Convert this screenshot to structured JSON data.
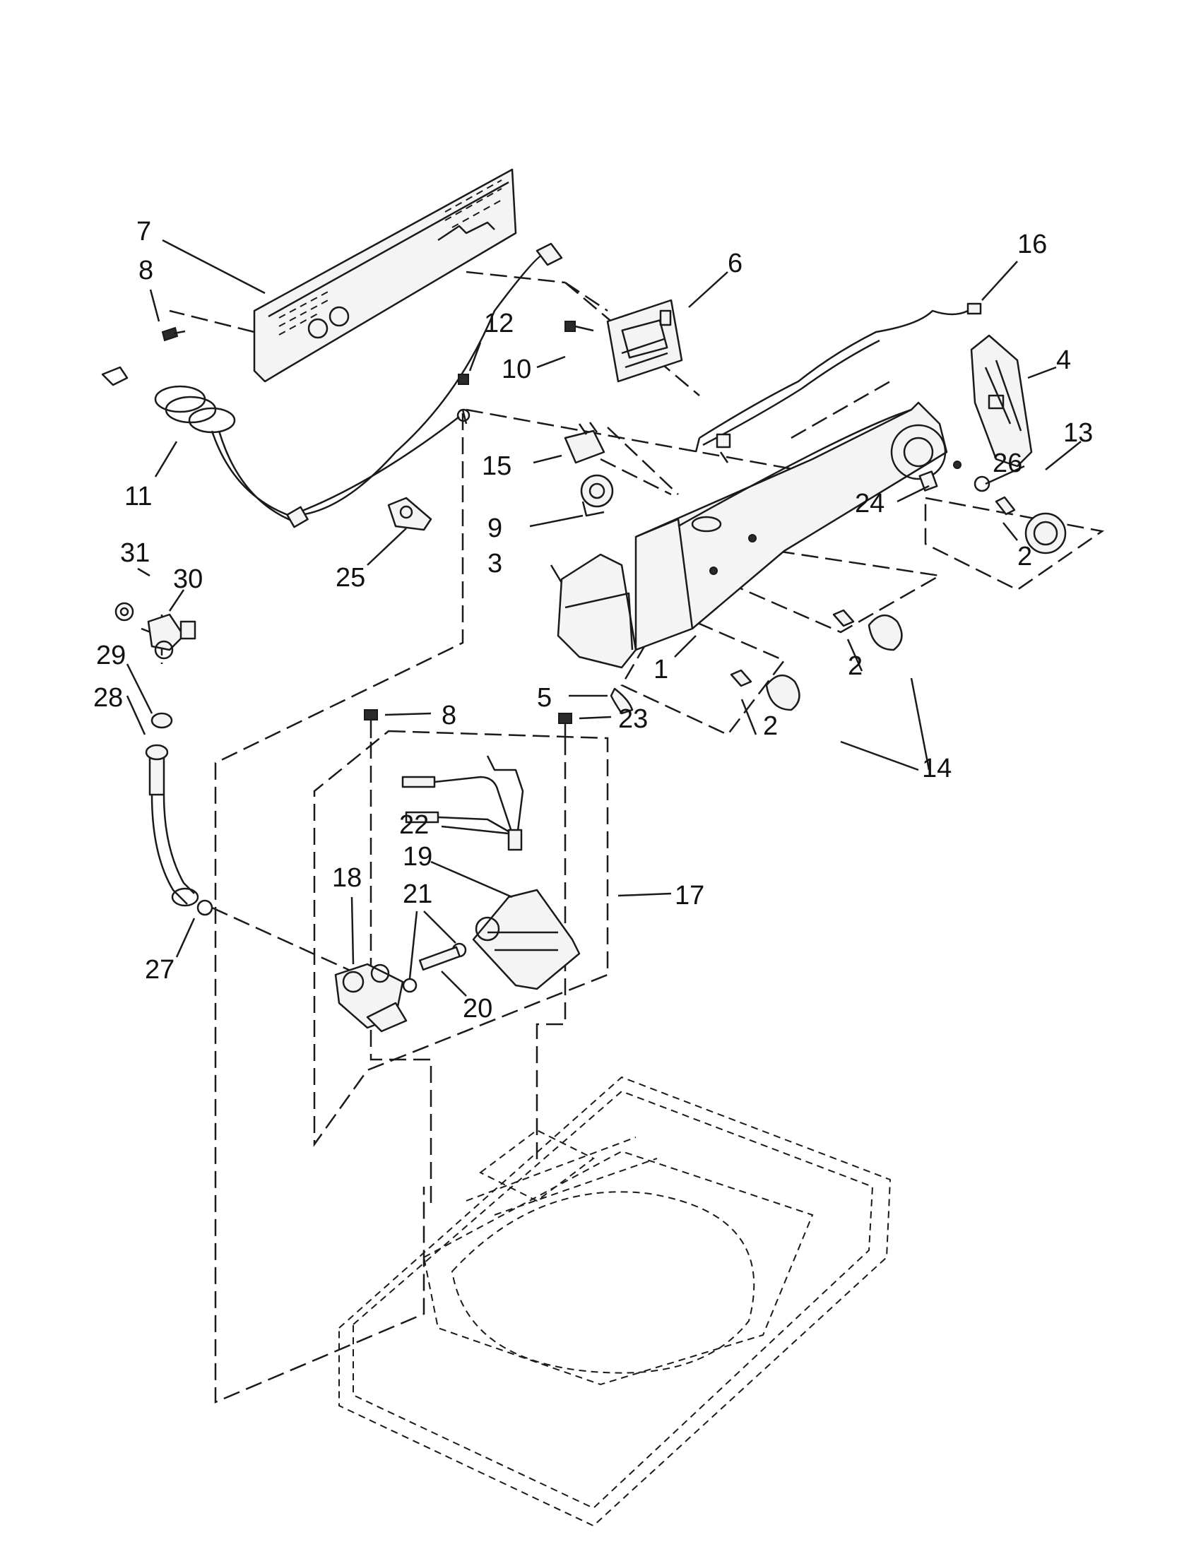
{
  "callouts": [
    {
      "id": "c7a",
      "text": "7"
    },
    {
      "id": "c8a",
      "text": "8"
    },
    {
      "id": "c6",
      "text": "6"
    },
    {
      "id": "c16",
      "text": "16"
    },
    {
      "id": "c12",
      "text": "12"
    },
    {
      "id": "c10",
      "text": "10"
    },
    {
      "id": "c4",
      "text": "4"
    },
    {
      "id": "c13",
      "text": "13"
    },
    {
      "id": "c26",
      "text": "26"
    },
    {
      "id": "c11",
      "text": "11"
    },
    {
      "id": "c15",
      "text": "15"
    },
    {
      "id": "c24",
      "text": "24"
    },
    {
      "id": "c9",
      "text": "9"
    },
    {
      "id": "c2a",
      "text": "2"
    },
    {
      "id": "c31",
      "text": "31"
    },
    {
      "id": "c30",
      "text": "30"
    },
    {
      "id": "c3",
      "text": "3"
    },
    {
      "id": "c25",
      "text": "25"
    },
    {
      "id": "c29",
      "text": "29"
    },
    {
      "id": "c1",
      "text": "1"
    },
    {
      "id": "c2b",
      "text": "2"
    },
    {
      "id": "c28",
      "text": "28"
    },
    {
      "id": "c5",
      "text": "5"
    },
    {
      "id": "c8b",
      "text": "8"
    },
    {
      "id": "c23",
      "text": "23"
    },
    {
      "id": "c2c",
      "text": "2"
    },
    {
      "id": "c14",
      "text": "14"
    },
    {
      "id": "c22",
      "text": "22"
    },
    {
      "id": "c19",
      "text": "19"
    },
    {
      "id": "c18",
      "text": "18"
    },
    {
      "id": "c21",
      "text": "21"
    },
    {
      "id": "c17",
      "text": "17"
    },
    {
      "id": "c27",
      "text": "27"
    },
    {
      "id": "c20",
      "text": "20"
    }
  ],
  "colors": {
    "ink": "#1a1a1a",
    "paper": "#ffffff"
  }
}
